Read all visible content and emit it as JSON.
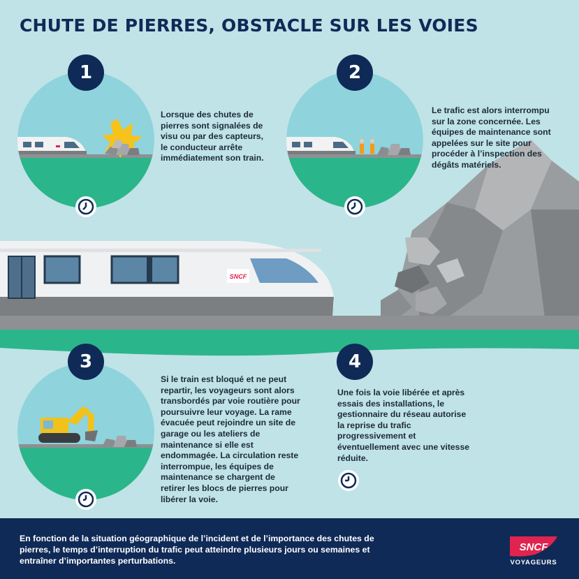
{
  "title": "CHUTE DE PIERRES, OBSTACLE SUR LES VOIES",
  "steps": [
    {
      "number": "1",
      "text": "Lorsque des chutes de pierres sont signalées de visu ou par des capteurs, le conducteur arrête immédiatement son train."
    },
    {
      "number": "2",
      "text": "Le trafic est alors interrompu sur la zone concernée. Les équipes de maintenance sont appelées sur le site pour procéder à l’inspection des dégâts matériels."
    },
    {
      "number": "3",
      "text": "Si le train est bloqué et ne peut repartir, les voyageurs sont alors transbordés par voie routière pour poursuivre leur voyage. La rame évacuée peut rejoindre un site de garage ou les ateliers de maintenance si elle est endommagée. La circulation reste interrompue, les équipes de maintenance se chargent de retirer les blocs de pierres pour libérer la voie."
    },
    {
      "number": "4",
      "text": "Une fois la voie libérée et après essais des installations, le gestionnaire du réseau autorise la reprise du trafic progressivement et éventuellement avec une vitesse réduite."
    }
  ],
  "footer": {
    "text": "En fonction de la situation géographique de l’incident et de l’importance des chutes de pierres, le temps d’interruption du trafic peut atteindre plusieurs jours ou semaines et entraîner d’importantes perturbations.",
    "logo_text": "SNCF",
    "logo_sub": "VOYAGEURS"
  },
  "train_logo": "SNCF",
  "colors": {
    "background": "#bfe3e6",
    "navy": "#0f2a57",
    "grass": "#2bb58a",
    "rock": "#8a8d90",
    "brand_red": "#e0244f"
  },
  "icons": [
    "clock-icon",
    "train-icon",
    "rock-icon",
    "excavator-icon",
    "worker-icon",
    "explosion-icon"
  ]
}
